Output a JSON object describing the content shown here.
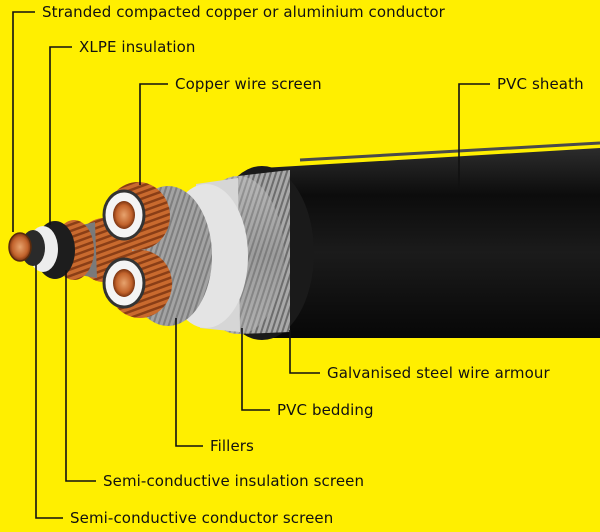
{
  "diagram": {
    "background_color": "#FFEF00",
    "leader_color": "#111111",
    "labels": {
      "conductor": "Stranded compacted copper or aluminium conductor",
      "xlpe": "XLPE insulation",
      "copper_screen": "Copper wire screen",
      "pvc_sheath": "PVC sheath",
      "armour": "Galvanised steel wire armour",
      "bedding": "PVC bedding",
      "fillers": "Fillers",
      "insulation_screen": "Semi-conductive insulation screen",
      "conductor_screen": "Semi-conductive conductor screen"
    },
    "colors": {
      "sheath": "#151515",
      "copper": "#C8642D",
      "armour": "#A8A8A8",
      "bedding": "#D8D8D8",
      "insulation": "#F2F2F2"
    }
  }
}
